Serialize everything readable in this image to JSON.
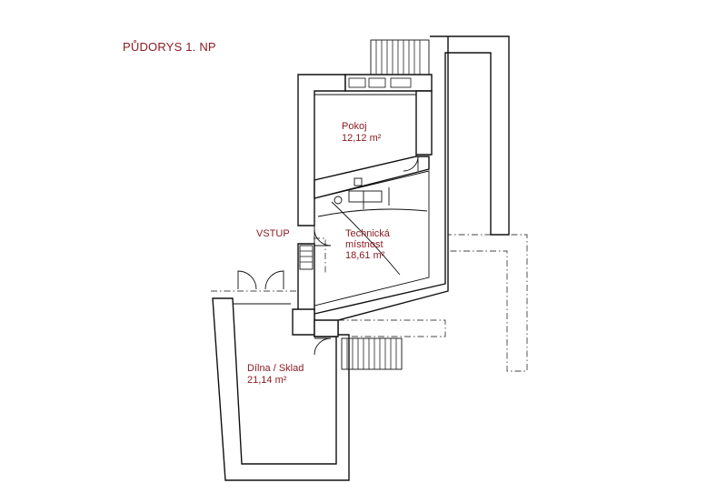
{
  "title": "PŮDORYS 1. NP",
  "rooms": {
    "pokoj": {
      "name": "Pokoj",
      "area": "12,12 m²"
    },
    "technicka": {
      "name_line1": "Technická",
      "name_line2": "místnost",
      "area": "18,61 m²"
    },
    "dilna": {
      "name": "Dílna / Sklad",
      "area": "21,14 m²"
    }
  },
  "entrance": "VSTUP",
  "colors": {
    "label": "#8b1c24",
    "wall": "#111111",
    "background": "#ffffff"
  }
}
